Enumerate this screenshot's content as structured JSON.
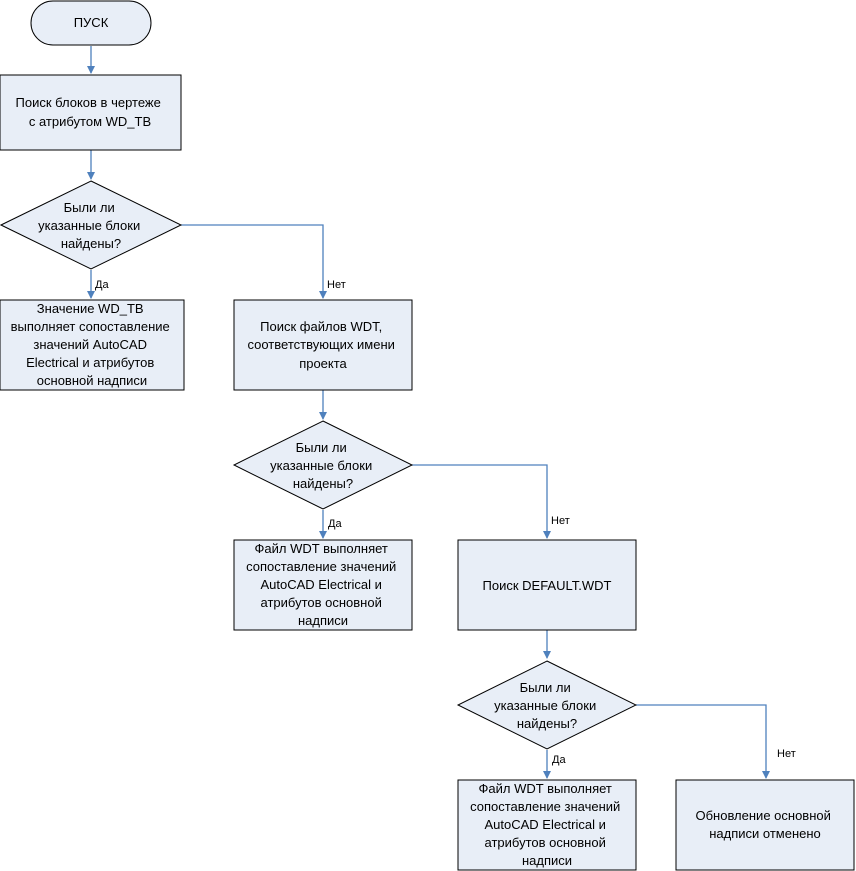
{
  "diagram": {
    "nodes": {
      "start": {
        "lines": [
          "ПУСК"
        ]
      },
      "search_blocks": {
        "lines": [
          "Поиск блоков в чертеже",
          "с атрибутом WD_TB"
        ]
      },
      "decision_1": {
        "lines": [
          "Были ли",
          "указанные блоки",
          "найдены?"
        ]
      },
      "wdtb_mapping": {
        "lines": [
          "Значение WD_TB",
          "выполняет сопоставление",
          "значений AutoCAD",
          "Electrical и атрибутов",
          "основной надписи"
        ]
      },
      "search_wdt": {
        "lines": [
          "Поиск файлов WDT,",
          "соответствующих имени",
          "проекта"
        ]
      },
      "decision_2": {
        "lines": [
          "Были ли",
          "указанные блоки",
          "найдены?"
        ]
      },
      "wdt_mapping_1": {
        "lines": [
          "Файл WDT выполняет",
          "сопоставление значений",
          "AutoCAD Electrical и",
          "атрибутов основной",
          "надписи"
        ]
      },
      "search_default": {
        "lines": [
          "Поиск DEFAULT.WDT"
        ]
      },
      "decision_3": {
        "lines": [
          "Были ли",
          "указанные блоки",
          "найдены?"
        ]
      },
      "wdt_mapping_2": {
        "lines": [
          "Файл WDT выполняет",
          "сопоставление значений",
          "AutoCAD Electrical и",
          "атрибутов основной",
          "надписи"
        ]
      },
      "cancelled": {
        "lines": [
          "Обновление основной",
          "надписи отменено"
        ]
      }
    },
    "edges": {
      "start_to_search": {
        "label": ""
      },
      "search_to_decision1": {
        "label": ""
      },
      "decision1_yes": {
        "label": "Да"
      },
      "decision1_no": {
        "label": "Нет"
      },
      "searchwdt_to_decision2": {
        "label": ""
      },
      "decision2_yes": {
        "label": "Да"
      },
      "decision2_no": {
        "label": "Нет"
      },
      "default_to_decision3": {
        "label": ""
      },
      "decision3_yes": {
        "label": "Да"
      },
      "decision3_no": {
        "label": "Нет"
      }
    }
  },
  "colors": {
    "node_fill": "#e8eef7",
    "node_stroke": "#000000",
    "edge": "#4f81bd",
    "text": "#000000"
  }
}
